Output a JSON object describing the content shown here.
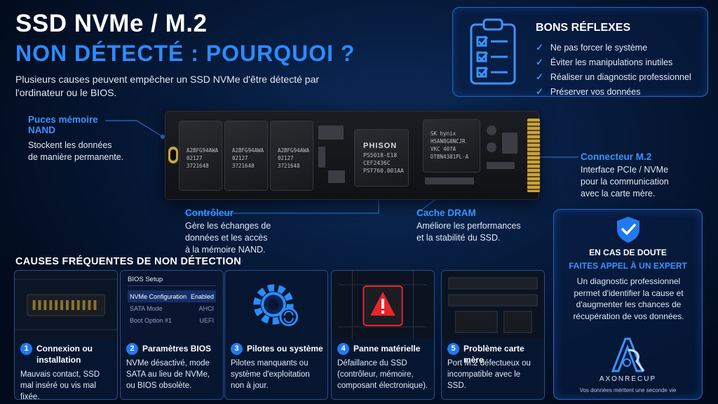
{
  "title": {
    "line1": "SSD NVMe / M.2",
    "line2": "NON DÉTECTÉ : POURQUOI ?"
  },
  "intro": "Plusieurs causes peuvent empêcher un SSD NVMe d'être détecté par l'ordinateur ou le BIOS.",
  "reflexes": {
    "heading": "BONS RÉFLEXES",
    "items": [
      "Ne pas forcer le système",
      "Éviter les manipulations inutiles",
      "Réaliser un diagnostic professionnel",
      "Préserver vos données"
    ]
  },
  "ssd": {
    "nand_chips": [
      [
        "A2BFG94AWA",
        "02127",
        "3721648"
      ],
      [
        "A2BFG94AWA",
        "02127",
        "3721648"
      ],
      [
        "A2BFG94AWA",
        "02127",
        "3721648"
      ]
    ],
    "controller": {
      "brand": "PHISON",
      "lines": [
        "PS5018-E18",
        "CEF2436C",
        "PST760.001AA"
      ]
    },
    "dram": {
      "lines": [
        "SK hynix",
        "H5AN8G8NCJR",
        "VKC 407A",
        "DTBN4381PL-A"
      ]
    }
  },
  "callouts": {
    "nand": {
      "title_l1": "Puces mémoire",
      "title_l2": "NAND",
      "text_l1": "Stockent les données",
      "text_l2": "de manière permanente."
    },
    "controller": {
      "title": "Contrôleur",
      "text_l1": "Gère les échanges de",
      "text_l2": "données et les accès",
      "text_l3": "à la mémoire NAND."
    },
    "dram": {
      "title": "Cache DRAM",
      "text_l1": "Améliore les performances",
      "text_l2": "et la stabilité du SSD."
    },
    "connector": {
      "title": "Connecteur M.2",
      "text_l1": "Interface PCIe / NVMe",
      "text_l2": "pour la communication",
      "text_l3": "avec la carte mère."
    }
  },
  "causes": {
    "heading": "CAUSES FRÉQUENTES DE NON DÉTECTION",
    "bios_panel": {
      "title": "BIOS Setup",
      "rows": [
        {
          "key": "NVMe Configuration",
          "value": "Enabled"
        },
        {
          "key": "SATA Mode",
          "value": "AHCI"
        },
        {
          "key": "Boot Option #1",
          "value": "UEFI"
        }
      ]
    },
    "cards": [
      {
        "num": "1",
        "title": "Connexion ou installation",
        "text": "Mauvais contact, SSD mal inséré ou vis mal fixée."
      },
      {
        "num": "2",
        "title": "Paramètres BIOS",
        "text": "NVMe désactivé, mode SATA au lieu de NVMe, ou BIOS obsolète."
      },
      {
        "num": "3",
        "title": "Pilotes ou système",
        "text": "Pilotes manquants ou système d'exploitation non à jour."
      },
      {
        "num": "4",
        "title": "Panne matérielle",
        "text": "Défaillance du SSD (contrôleur, mémoire, composant électronique)."
      },
      {
        "num": "5",
        "title": "Problème carte mère",
        "text": "Port M.2 défectueux ou incompatible avec le SSD."
      }
    ]
  },
  "expert": {
    "line1": "EN CAS DE DOUTE",
    "line2": "FAITES APPEL À UN EXPERT",
    "text": "Un diagnostic professionnel permet d'identifier la cause et d'augmenter les chances de récupération de vos données.",
    "brand": "AXONRECUP",
    "tagline": "Vos données méritent une seconde vie"
  },
  "colors": {
    "accent": "#2d8bff",
    "accent_light": "#3b93ff",
    "alert": "#e8252a",
    "background": "#061a3a"
  }
}
